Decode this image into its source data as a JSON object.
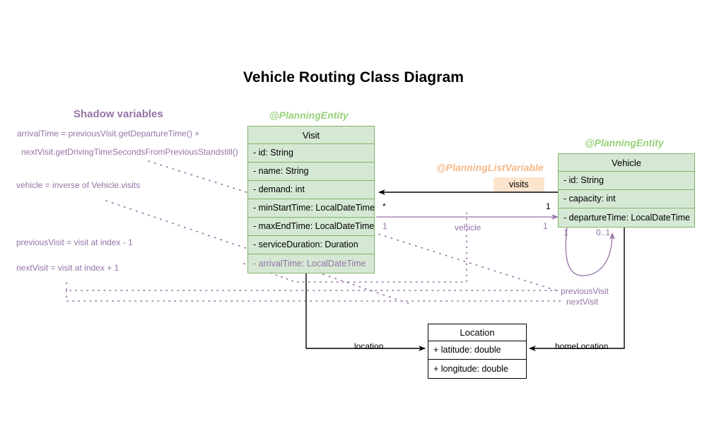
{
  "title": "Vehicle Routing Class Diagram",
  "classes": {
    "visit": {
      "stereotype": "@PlanningEntity",
      "name": "Visit",
      "attributes": [
        "- id: String",
        "- name: String",
        "- demand: int",
        "- minStartTime: LocalDateTime",
        "- maxEndTime: LocalDateTime",
        "- serviceDuration: Duration",
        "- arrivalTime: LocalDateTime"
      ]
    },
    "vehicle": {
      "stereotype": "@PlanningEntity",
      "name": "Vehicle",
      "attributes": [
        "- id: String",
        "- capacity: int",
        "- departureTime: LocalDateTime"
      ]
    },
    "location": {
      "name": "Location",
      "attributes": [
        "+ latitude: double",
        "+ longitude: double"
      ]
    }
  },
  "shadow_panel": {
    "title": "Shadow variables",
    "notes": [
      "arrivalTime = previousVisit.getDepartureTime() +",
      "nextVisit.getDrivingTimeSecondsFromPreviousStandstill()",
      "vehicle = inverse of Vehicle.visits",
      "previousVisit = visit at index - 1",
      "nextVisit = visit at index + 1"
    ]
  },
  "relations": {
    "visits": {
      "stereotype": "@PlanningListVariable",
      "label": "visits",
      "source_mult": "*",
      "target_mult": "1"
    },
    "vehicle": {
      "label": "vehicle",
      "source_mult": "1",
      "target_mult": "1"
    },
    "chain": {
      "previous_label": "previousVisit",
      "next_label": "nextVisit",
      "source_mult": "1",
      "target_mult": "0..1"
    },
    "location": {
      "label": "location"
    },
    "home_location": {
      "label": "homeLocation"
    }
  },
  "colors": {
    "entity_fill": "#d5e8d4",
    "entity_stroke": "#82b366",
    "shadow": "#9673a6",
    "list_variable": "#f5b98a",
    "badge_fill": "#fde4cc"
  }
}
